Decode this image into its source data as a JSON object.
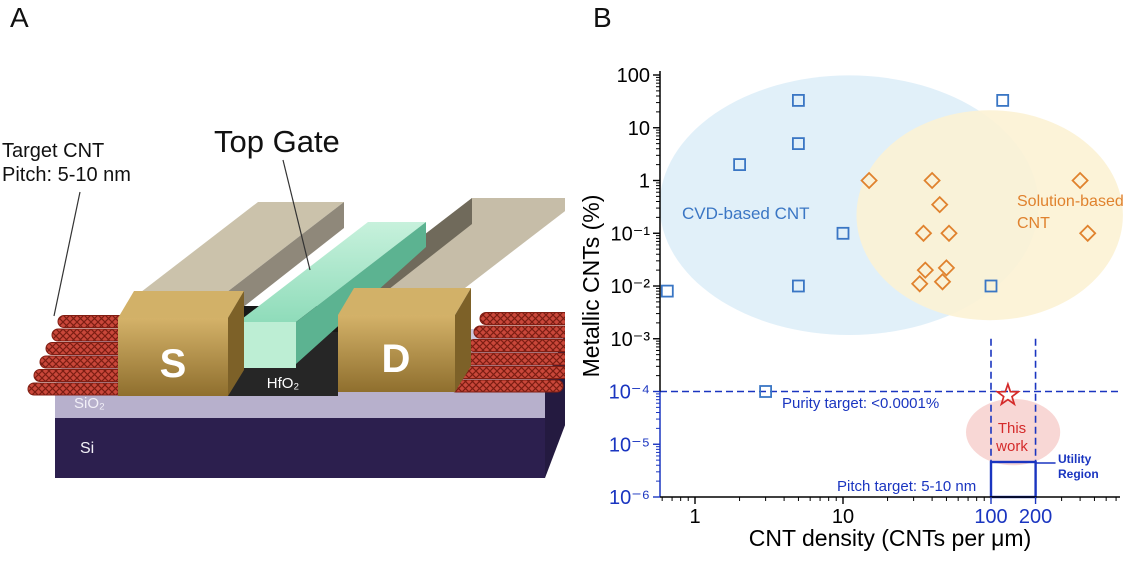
{
  "figure": {
    "background": "#ffffff",
    "panel_a_label": "A",
    "panel_b_label": "B"
  },
  "panel_a": {
    "target_cnt_line1": "Target CNT",
    "target_cnt_line2": "Pitch: 5-10 nm",
    "top_gate_label": "Top Gate",
    "source_label": "S",
    "drain_label": "D",
    "hfo2_label": "HfO₂",
    "sio2_label": "SiO₂",
    "si_label": "Si",
    "colors": {
      "si": "#2c1f4e",
      "sio2": "#b7b0cc",
      "top_surface": "#cdc7dd",
      "gold": "#b5924a",
      "gate_green": "#8fdcba",
      "cnt_red": "#c9473a",
      "hfo2_dark": "#262626"
    }
  },
  "chart_data": {
    "type": "scatter",
    "title": "",
    "xlabel": "CNT density (CNTs per μm)",
    "ylabel": "Metallic CNTs (%)",
    "x_scale": "log",
    "y_scale": "log",
    "xlim": [
      0.58,
      750
    ],
    "ylim": [
      1e-06,
      100
    ],
    "grid": false,
    "x_ticks": [
      {
        "value": 1,
        "label": "1",
        "color": "#000000"
      },
      {
        "value": 10,
        "label": "10",
        "color": "#000000"
      },
      {
        "value": 100,
        "label": "100",
        "color": "#1a35c0"
      },
      {
        "value": 200,
        "label": "200",
        "color": "#1a35c0"
      }
    ],
    "y_ticks": [
      {
        "value": 100,
        "label": "100",
        "color": "#000000"
      },
      {
        "value": 10,
        "label": "10",
        "color": "#000000"
      },
      {
        "value": 1,
        "label": "1",
        "color": "#000000"
      },
      {
        "value": 0.1,
        "label": "10⁻¹",
        "color": "#000000"
      },
      {
        "value": 0.01,
        "label": "10⁻²",
        "color": "#000000"
      },
      {
        "value": 0.001,
        "label": "10⁻³",
        "color": "#000000"
      },
      {
        "value": 0.0001,
        "label": "10⁻⁴",
        "color": "#1a35c0"
      },
      {
        "value": 1e-05,
        "label": "10⁻⁵",
        "color": "#1a35c0"
      },
      {
        "value": 1e-06,
        "label": "10⁻⁶",
        "color": "#1a35c0"
      }
    ],
    "series": [
      {
        "name": "CVD-based CNT",
        "marker": "square",
        "color": "#3a76c4",
        "points": [
          [
            0.65,
            0.008
          ],
          [
            2,
            2
          ],
          [
            5,
            33
          ],
          [
            5,
            5
          ],
          [
            10,
            0.1
          ],
          [
            5,
            0.01
          ],
          [
            120,
            33
          ],
          [
            100,
            0.01
          ],
          [
            3,
            0.0001
          ]
        ]
      },
      {
        "name": "Solution-based CNT",
        "marker": "diamond",
        "color": "#e0822e",
        "points": [
          [
            15,
            1
          ],
          [
            40,
            1
          ],
          [
            45,
            0.35
          ],
          [
            35,
            0.1
          ],
          [
            52,
            0.1
          ],
          [
            36,
            0.02
          ],
          [
            50,
            0.022
          ],
          [
            33,
            0.011
          ],
          [
            47,
            0.012
          ],
          [
            400,
            1
          ],
          [
            450,
            0.1
          ]
        ]
      },
      {
        "name": "This work",
        "marker": "star",
        "color": "#d42a2a",
        "points": [
          [
            130,
            8.5e-05
          ]
        ]
      }
    ],
    "regions": [
      {
        "name": "cvd-region",
        "fill": "#d9ecf8",
        "opacity": 0.8,
        "center": [
          11,
          0.34
        ],
        "rx_decades": 1.28,
        "ry_decades": 2.46
      },
      {
        "name": "solution-region",
        "fill": "#fcf2d4",
        "opacity": 0.9,
        "center": [
          98,
          0.22
        ],
        "rx_decades": 0.9,
        "ry_decades": 1.99
      },
      {
        "name": "this-work-region",
        "fill": "#f7d3d0",
        "opacity": 0.9,
        "center": [
          141,
          1.7e-05
        ],
        "rx_decades": 0.318,
        "ry_decades": 0.63
      }
    ],
    "annotations": {
      "cvd_label": {
        "text": "CVD-based CNT",
        "color": "#3a76c4"
      },
      "solution_label_line1": {
        "text": "Solution-based",
        "color": "#e0822e"
      },
      "solution_label_line2": {
        "text": "CNT",
        "color": "#e0822e"
      },
      "this_work_line1": {
        "text": "This",
        "color": "#d42a2a"
      },
      "this_work_line2": {
        "text": "work",
        "color": "#d42a2a"
      },
      "purity_target": {
        "text": "Purity target: <0.0001%",
        "y": 0.0001,
        "color": "#1a35c0"
      },
      "pitch_target": {
        "text": "Pitch target: 5-10 nm",
        "color": "#1a35c0"
      },
      "utility_region_line1": {
        "text": "Utility",
        "color": "#1a35c0"
      },
      "utility_region_line2": {
        "text": "Region",
        "color": "#1a35c0"
      },
      "utility_x_range": [
        100,
        200
      ]
    }
  }
}
